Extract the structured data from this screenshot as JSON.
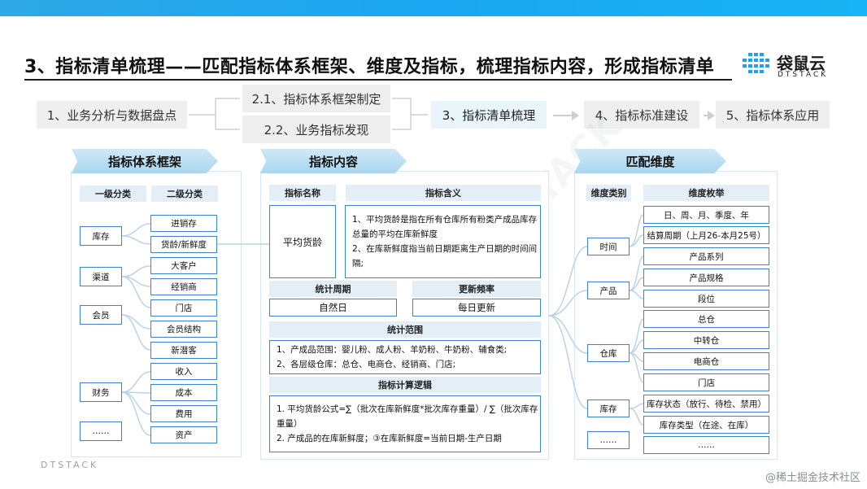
{
  "title": "3、指标清单梳理——匹配指标体系框架、维度及指标，梳理指标内容，形成指标清单",
  "logo": {
    "cn": "袋鼠云",
    "en": "DTSTACK"
  },
  "steps": {
    "s1": "1、业务分析与数据盘点",
    "s21": "2.1、指标体系框架制定",
    "s22": "2.2、业务指标发现",
    "s3": "3、指标清单梳理",
    "s4": "4、指标标准建设",
    "s5": "5、指标体系应用"
  },
  "framework": {
    "head": "指标体系框架",
    "col1": "一级分类",
    "col2": "二级分类",
    "level1": [
      "库存",
      "渠道",
      "会员",
      "财务",
      "……"
    ],
    "level2": [
      "进销存",
      "货龄/新鲜度",
      "大客户",
      "经销商",
      "门店",
      "会员结构",
      "新潜客",
      "收入",
      "成本",
      "费用",
      "资产"
    ]
  },
  "content": {
    "head": "指标内容",
    "name_hdr": "指标名称",
    "meaning_hdr": "指标含义",
    "name": "平均货龄",
    "meaning1": "1、平均货龄是指在所有仓库所有粉类产成品库存总量的平均在库新鲜度",
    "meaning2": "2、在库新鲜度指当前日期距离生产日期的时间间隔;",
    "period_hdr": "统计周期",
    "freq_hdr": "更新频率",
    "period": "自然日",
    "freq": "每日更新",
    "scope_hdr": "统计范围",
    "scope1": "1、产成品范围：婴儿粉、成人粉、羊奶粉、牛奶粉、辅食类;",
    "scope2": "2、各层级仓库：总仓、电商仓、经销商、门店;",
    "logic_hdr": "指标计算逻辑",
    "logic1": "1.  平均货龄公式=∑（批次在库新鲜度*批次库存重量）/ ∑（批次库存重量）",
    "logic2": "2.  产成品的在库新鲜度；③在库新鲜度=当前日期-生产日期"
  },
  "dimension": {
    "head": "匹配维度",
    "col1": "维度类别",
    "col2": "维度枚举",
    "categories": [
      "时间",
      "产品",
      "仓库",
      "库存",
      "……"
    ],
    "values": [
      "日、周、月、季度、年",
      "结算周期（上月26-本月25号）",
      "产品系列",
      "产品规格",
      "段位",
      "总仓",
      "中转仓",
      "电商仓",
      "门店",
      "库存状态（放行、待检、禁用）",
      "库存类型（在途、在库）",
      "……"
    ]
  },
  "footer_wm": "DTSTACK",
  "credit": "@稀土掘金技术社区",
  "watermark": "袋鼠云 DTSTACK"
}
